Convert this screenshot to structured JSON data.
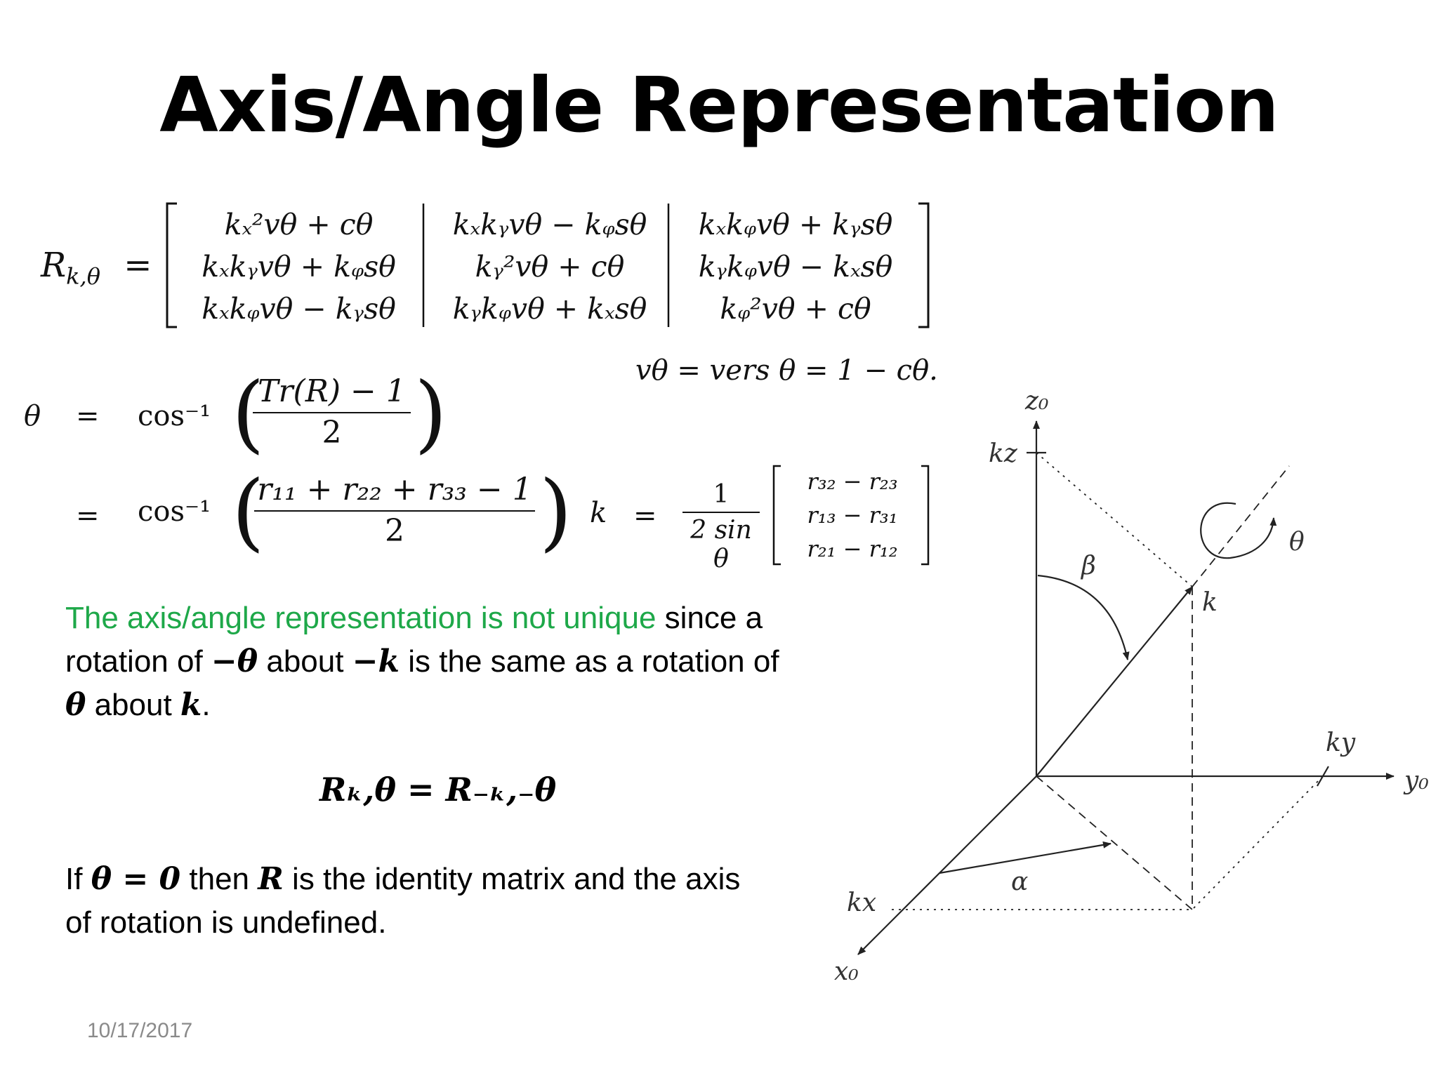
{
  "slide": {
    "title": "Axis/Angle Representation",
    "date": "10/17/2017"
  },
  "rotation_matrix": {
    "lhs": "R",
    "lhs_sub": "k,θ",
    "rows": [
      [
        "kₓ²vθ + cθ",
        "kₓkᵧvθ − kᵩsθ",
        "kₓkᵩvθ + kᵧsθ"
      ],
      [
        "kₓkᵧvθ + kᵩsθ",
        "kᵧ²vθ + cθ",
        "kᵧkᵩvθ − kₓsθ"
      ],
      [
        "kₓkᵩvθ − kᵧsθ",
        "kᵧkᵩvθ + kₓsθ",
        "kᵩ²vθ + cθ"
      ]
    ]
  },
  "versine": "vθ =  vers θ = 1 − cθ.",
  "theta_eq": {
    "lhs": "θ",
    "eq": "=",
    "cos_inv": "cos⁻¹",
    "num1": "Tr(R) − 1",
    "den1": "2",
    "num2": "r₁₁ + r₂₂ + r₃₃ − 1",
    "den2": "2"
  },
  "k_eq": {
    "lhs": "k",
    "eq": "=",
    "num": "1",
    "den": "2 sin θ",
    "vector": [
      "r₃₂ − r₂₃",
      "r₁₃ − r₃₁",
      "r₂₁ − r₁₂"
    ]
  },
  "text": {
    "p1_green": "The axis/angle representation is not unique",
    "p1_rest_a": " since a rotation of ",
    "neg_theta": "−θ",
    "p1_rest_b": " about ",
    "neg_k": "−k",
    "p1_rest_c": " is the same as a rotation of ",
    "theta": "θ",
    "p1_rest_d": " about ",
    "k": "k",
    "p1_end": ".",
    "eq2": "Rₖ,θ = R₋ₖ,₋θ",
    "p3_a": "If ",
    "theta_zero": "θ = 0",
    "p3_b": " then ",
    "R": "R",
    "p3_c": " is the identity matrix and the axis of rotation is undefined."
  },
  "diagram": {
    "z0": "z₀",
    "y0": "y₀",
    "x0": "x₀",
    "kz": "kz",
    "ky": "ky",
    "kx": "kx",
    "k": "k",
    "beta": "β",
    "alpha": "α",
    "theta": "θ"
  }
}
